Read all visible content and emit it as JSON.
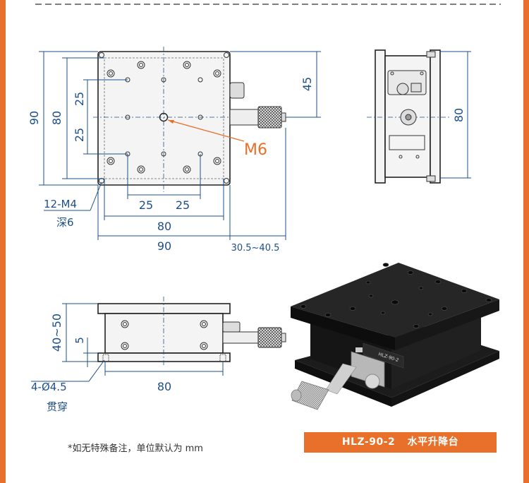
{
  "product": {
    "model": "HLZ-90-2",
    "name": "水平升降台",
    "plate_label": "HLZ-90-2"
  },
  "note": "*如无特殊备注，单位默认为 mm",
  "top_view": {
    "dim_90_vertical": "90",
    "dim_80_vertical": "80",
    "dim_25_upper": "25",
    "dim_25_lower": "25",
    "dim_45": "45",
    "dim_25_bottom_left": "25",
    "dim_25_bottom_right": "25",
    "dim_80_horizontal": "80",
    "dim_90_horizontal": "90",
    "dim_travel": "30.5~40.5",
    "thread_callout": "12-M4",
    "thread_depth": "深6",
    "center_thread": "M6"
  },
  "side_view": {
    "dim_80_vertical": "80"
  },
  "front_view": {
    "dim_height": "40~50",
    "dim_5": "5",
    "dim_80_horizontal": "80",
    "hole_callout": "4-Ø4.5",
    "hole_type": "贯穿"
  },
  "colors": {
    "accent": "#e8702a",
    "dimension": "#1d4f8a",
    "callout": "#e8702a"
  }
}
